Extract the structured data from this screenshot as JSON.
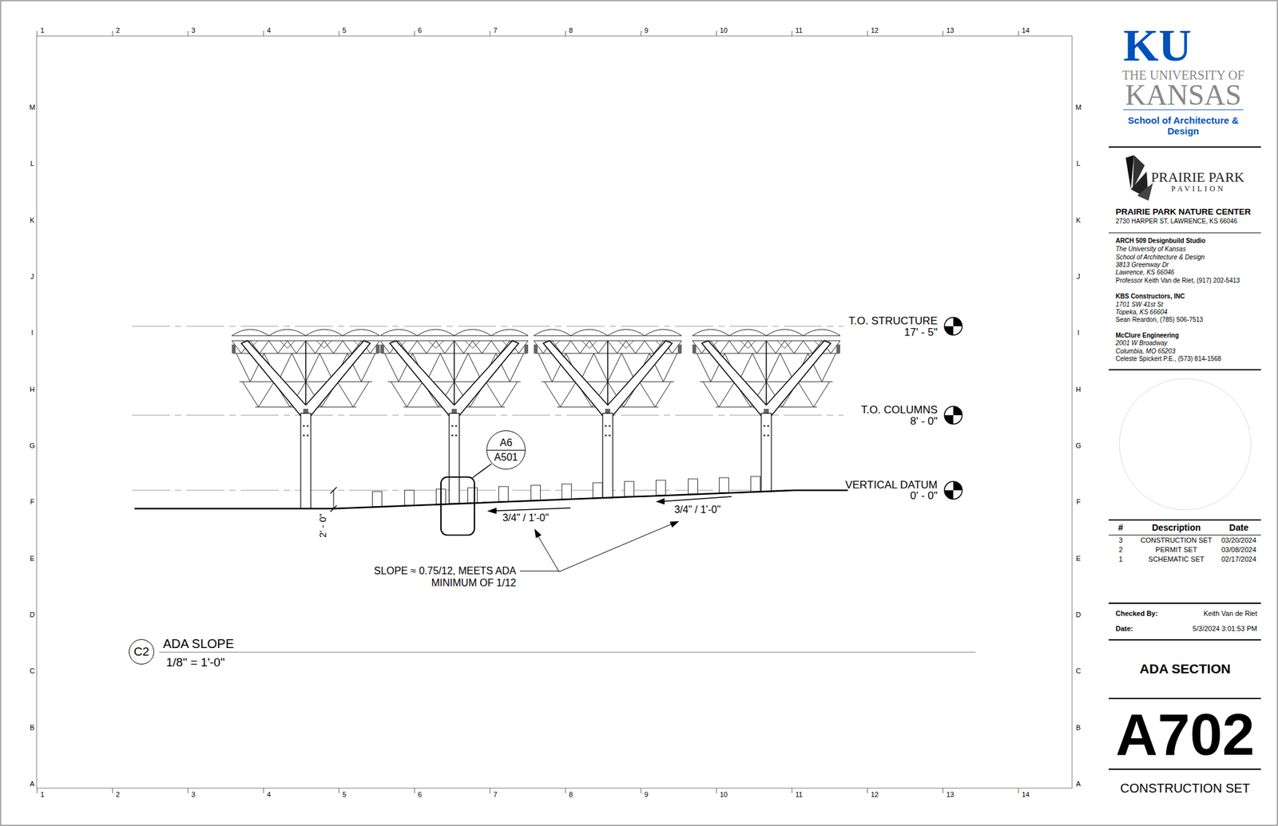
{
  "diagram": {
    "nodes": [
      {
        "text": [
          "A6",
          "A501"
        ]
      },
      {
        "text": [
          "C2"
        ]
      }
    ],
    "labels": [
      "1",
      "2",
      "3",
      "4",
      "5",
      "6",
      "7",
      "8",
      "9",
      "10",
      "11",
      "12",
      "13",
      "14",
      "1",
      "2",
      "3",
      "4",
      "5",
      "6",
      "7",
      "8",
      "9",
      "10",
      "11",
      "12",
      "13",
      "14",
      "M",
      "L",
      "K",
      "J",
      "I",
      "H",
      "G",
      "F",
      "E",
      "D",
      "C",
      "B",
      "A",
      "M",
      "L",
      "K",
      "J",
      "I",
      "H",
      "G",
      "F",
      "E",
      "D",
      "C",
      "B",
      "A",
      "T.O. STRUCTURE",
      "17' - 5\"",
      "T.O. COLUMNS",
      "8' - 0\"",
      "VERTICAL DATUM",
      "0' - 0\"",
      "2' - 0\"",
      "3/4\" / 1'-0\"",
      "3/4\" / 1'-0\"",
      "SLOPE  ≈ 0.75/12, MEETS ADA MINIMUM OF 1/12",
      "ADA SLOPE",
      "1/8\" = 1'-0\"",
      "KU",
      "THE UNIVERSITY OF",
      "KANSAS",
      "School of Architecture & Design",
      "PRAIRIE PARK",
      "PAVILION",
      "PRAIRIE PARK NATURE CENTER",
      "2730 HARPER ST, LAWRENCE, KS 66046",
      "ARCH 509 Designbuild Studio",
      "The University of Kansas",
      "School of Architecture & Design",
      "3813 Greenway Dr",
      "Lawrence, KS 66046",
      "Professor Keith Van de Riet, (917) 202-5413",
      "KBS Constructors, INC",
      "1701 SW 41st St",
      "Topeka, KS 66604",
      "Sean Reardon, (785) 506-7513",
      "McClure Engineering",
      "2001 W Broadway",
      "Columbia, MO 65203",
      "Celeste Spickert P.E., (573) 814-1568",
      "#",
      "Description",
      "Date",
      "3",
      "CONSTRUCTION SET",
      "03/20/2024",
      "2",
      "PERMIT SET",
      "03/08/2024",
      "1",
      "SCHEMATIC SET",
      "02/17/2024",
      "Checked By:",
      "Keith Van de Riet",
      "Date:",
      "5/3/2024 3:01:53 PM",
      "ADA SECTION",
      "A702",
      "CONSTRUCTION SET"
    ]
  }
}
